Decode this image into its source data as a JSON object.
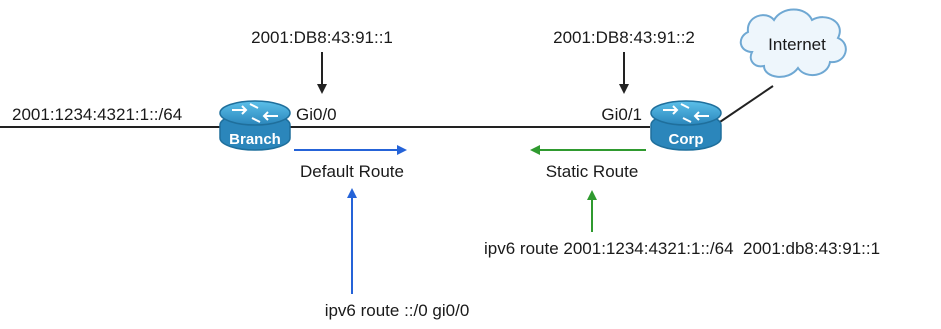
{
  "branch": {
    "name": "Branch",
    "network": "2001:1234:4321:1::/64",
    "interface": "Gi0/0",
    "address": "2001:DB8:43:91::1"
  },
  "corp": {
    "name": "Corp",
    "interface": "Gi0/1",
    "address": "2001:DB8:43:91::2"
  },
  "cloud": {
    "label": "Internet"
  },
  "default_route": {
    "label": "Default Route",
    "command": "ipv6 route ::/0 gi0/0",
    "color": "#2563d8"
  },
  "static_route": {
    "label": "Static Route",
    "command": "ipv6 route 2001:1234:4321:1::/64  2001:db8:43:91::1",
    "color": "#2f9a2f"
  },
  "colors": {
    "router_fill": "#3aa6d6",
    "router_edge": "#1f6f9c",
    "cloud_fill": "#eef6fc",
    "cloud_edge": "#6fa8d3",
    "link": "#222222"
  }
}
